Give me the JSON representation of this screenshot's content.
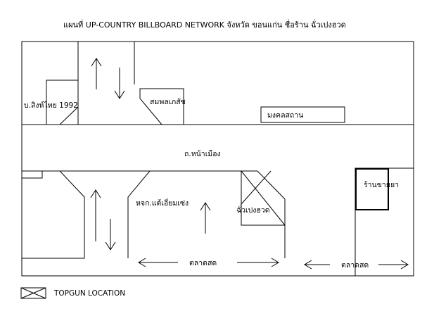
{
  "title": "แผนที่ UP-COUNTRY BILLBOARD NETWORK จังหวัด ขอนแก่น ชื่อร้าน ฉั่วเปงฮวด",
  "labels": {
    "sing_thai": "บ.สิงห์ไทย 1992",
    "sompol_phesat": "สมพลเภสัช",
    "mongkol_sathan": "มงคลสถาน",
    "na_mueang_road": "ถ.หน้าเมือง",
    "tae_iam_seng": "หจก.แต้เอี่ยมเซ่ง",
    "chua_peng_huad": "ฉั่วเปงฮวด",
    "drug_store": "ร้านขายยา",
    "market_1": "ตลาดสด",
    "market_2": "ตลาดสด"
  },
  "legend": {
    "label": "TOPGUN LOCATION"
  }
}
